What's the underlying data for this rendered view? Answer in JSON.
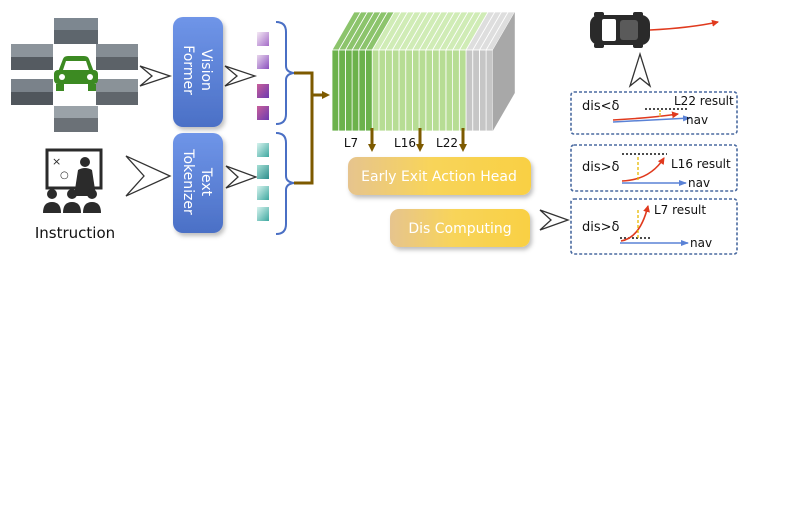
{
  "inputs": {
    "instruction_label": "Instruction"
  },
  "encoders": {
    "vision_line1": "Vision",
    "vision_line2": "Former",
    "text_line1": "Text",
    "text_line2": "Tokenizer"
  },
  "layers": {
    "l7": "L7",
    "l16": "L16",
    "l22": "L22"
  },
  "heads": {
    "early_exit": "Early Exit Action Head",
    "dis_computing": "Dis Computing"
  },
  "results": [
    {
      "condition": "dis<δ",
      "result": "L22 result",
      "nav": "nav"
    },
    {
      "condition": "dis>δ",
      "result": "L16 result",
      "nav": "nav"
    },
    {
      "condition": "dis>δ",
      "result": "L7 result",
      "nav": "nav"
    }
  ],
  "colors": {
    "encoder_blue": "#5f86dc",
    "head_yellow": "#f8cf50",
    "arrow_brown": "#7d5a00",
    "stack_green": "#6cb24c",
    "stack_light_green": "#b7dd94",
    "stack_gray": "#c6c6c6",
    "result_border": "#4a6aa0",
    "nav_blue": "#5a82d6",
    "path_red": "#e03a1e"
  },
  "icons": [
    "driving-scene-photo",
    "car-icon",
    "presenter-icon",
    "vehicle-top-view-icon"
  ]
}
